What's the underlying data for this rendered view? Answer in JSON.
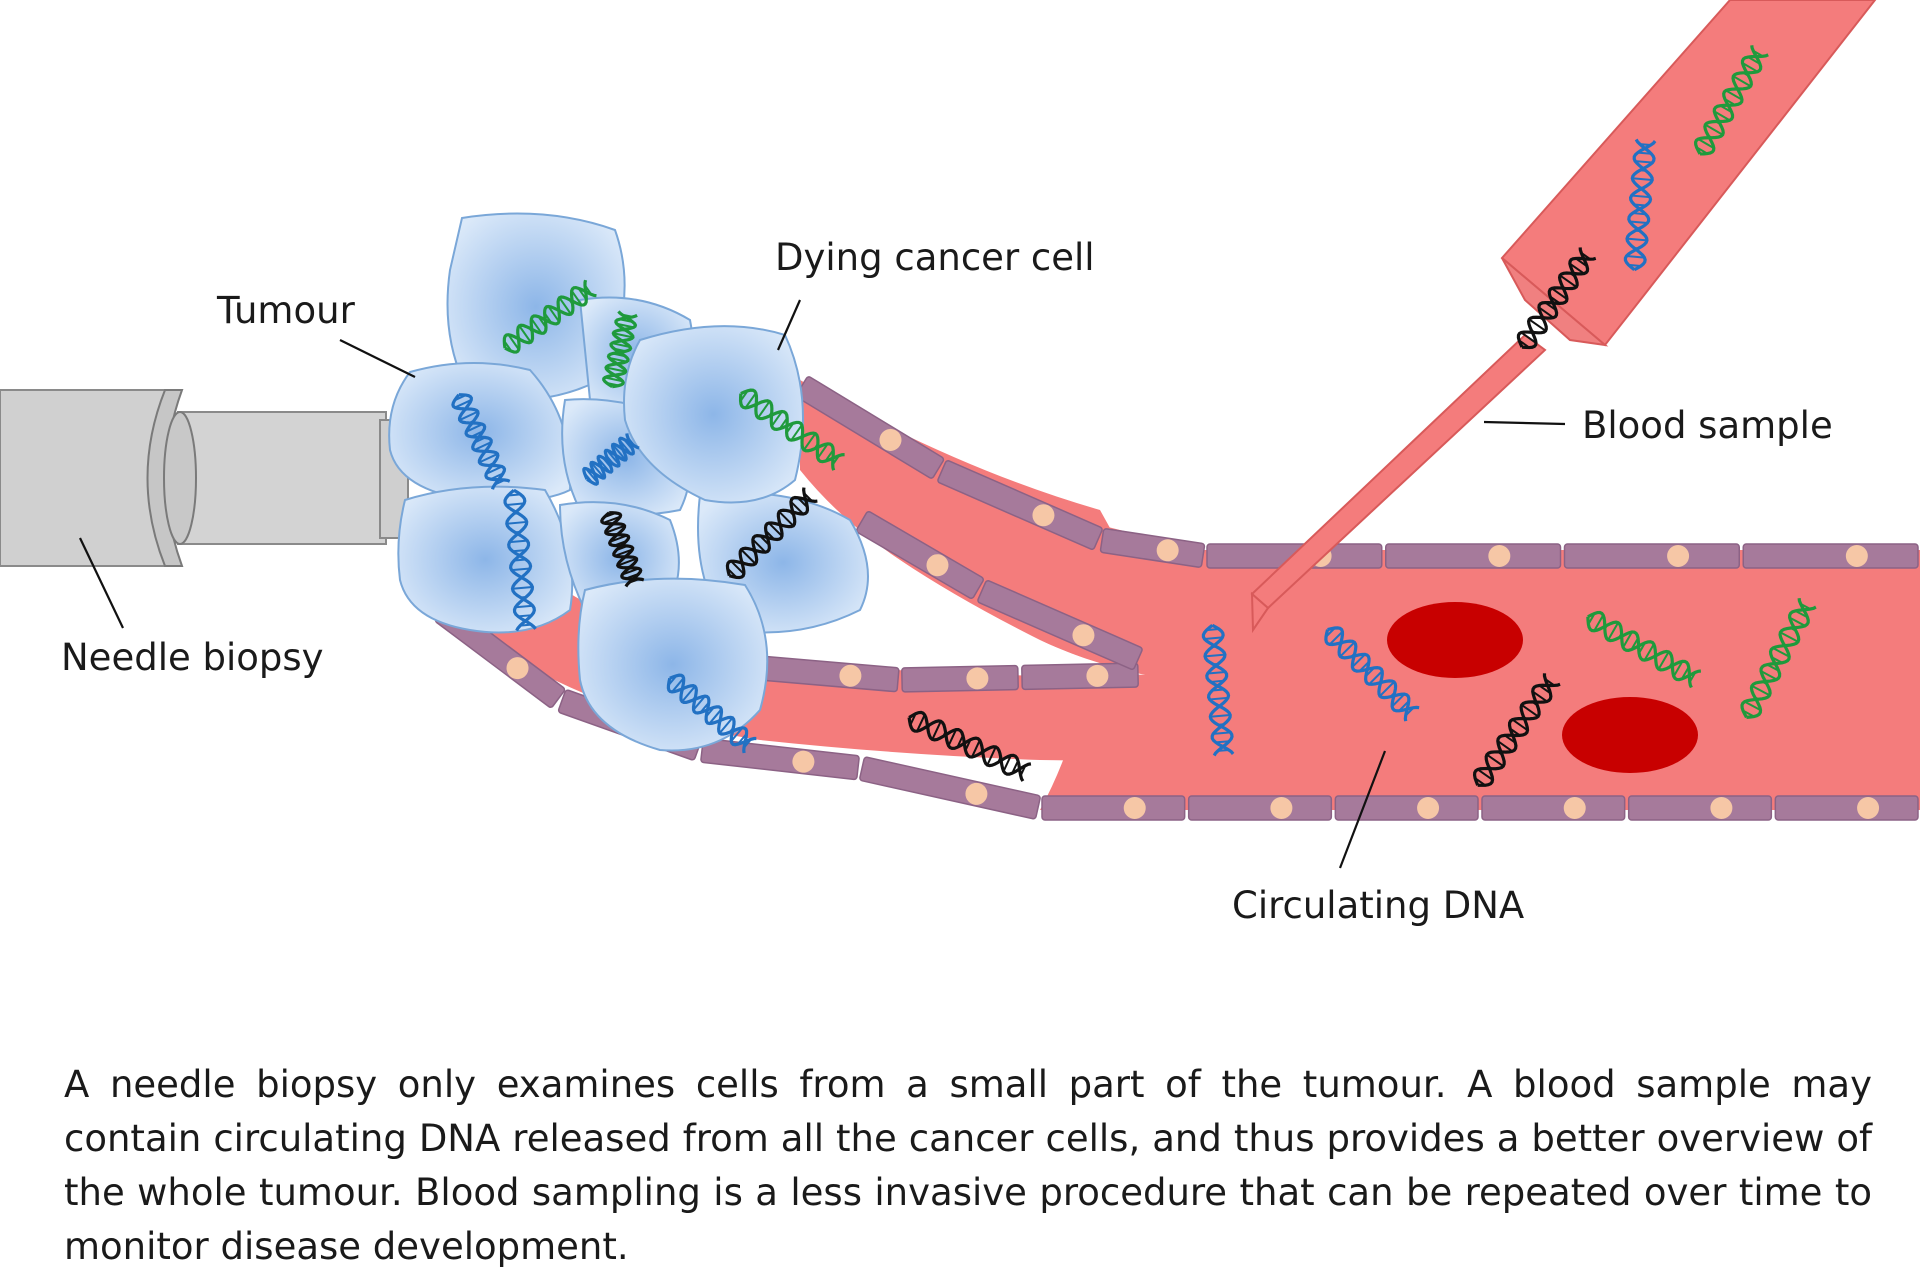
{
  "labels": {
    "tumour": "Tumour",
    "dying_cell": "Dying cancer cell",
    "needle_biopsy": "Needle biopsy",
    "blood_sample": "Blood sample",
    "circulating_dna": "Circulating DNA"
  },
  "caption": "A needle biopsy only examines cells from a small part of the tumour. A blood sample may contain circulating DNA released from all the cancer cells, and thus provides a better overview of the whole tumour. Blood sampling is a less invasive procedure that can be repeated over time to monitor disease development.",
  "colors": {
    "blood": "#f47c7c",
    "vessel_wall": "#a67a9b",
    "wall_nucleus": "#f6c7a6",
    "red_cell": "#c80000",
    "cell_fill": "#bcd6f3",
    "needle": "#d0d0d0",
    "dna_blue": "#2271c3",
    "dna_green": "#1f9a3c",
    "dna_black": "#111111"
  }
}
